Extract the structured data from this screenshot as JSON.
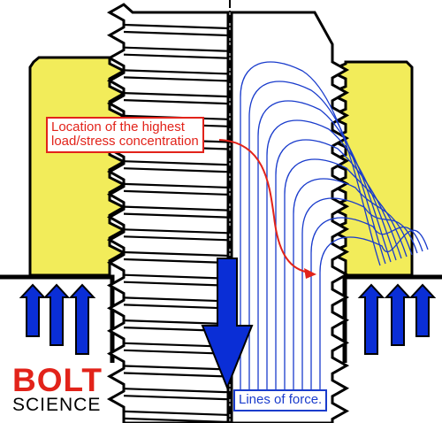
{
  "callout": {
    "line1": "Location of the highest",
    "line2": "load/stress concentration"
  },
  "force_label": "Lines of force.",
  "logo": {
    "word1": "BOLT",
    "word2": "SCIENCE"
  },
  "colors": {
    "nut": "#f2ec5a",
    "force_lines": "#1a3ccc",
    "arrows": "#0a2ed6",
    "callout": "#e2231a",
    "outline": "#000000"
  }
}
